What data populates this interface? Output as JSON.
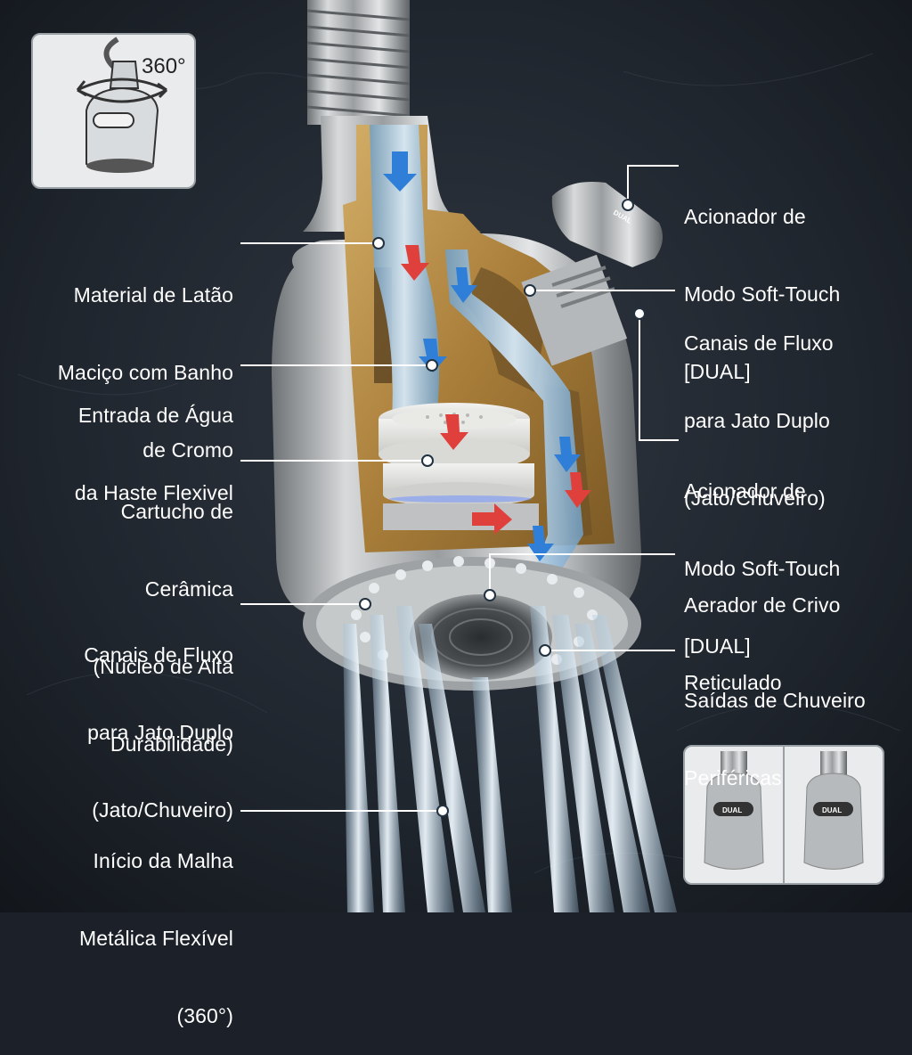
{
  "labels_left": [
    {
      "id": "material",
      "lines": [
        "Material de Latão",
        "Maciço com Banho",
        "de Cromo"
      ]
    },
    {
      "id": "entrada",
      "lines": [
        "Entrada de Água",
        "da Haste Flexivel"
      ]
    },
    {
      "id": "cartucho",
      "lines": [
        "Cartucho de",
        "Cerâmica",
        "(Núcleo de Alta",
        "Durabilidade)"
      ]
    },
    {
      "id": "canais-left",
      "lines": [
        "Canais de Fluxo",
        "para Jato Duplo",
        "(Jato/Chuveiro)"
      ]
    },
    {
      "id": "inicio",
      "lines": [
        "Início da Malha",
        "Metálica Flexível",
        "(360°)"
      ]
    }
  ],
  "labels_right": [
    {
      "id": "acionador-top",
      "lines": [
        "Acionador de",
        "Modo Soft-Touch",
        "[DUAL]"
      ]
    },
    {
      "id": "canais-right",
      "lines": [
        "Canais de Fluxo",
        "para Jato Duplo",
        "(Jato/Chuveiro)"
      ]
    },
    {
      "id": "acionador-mid",
      "lines": [
        "Acionador de",
        "Modo Soft-Touch",
        "[DUAL]"
      ]
    },
    {
      "id": "aerador",
      "lines": [
        "Aerador de Crivo",
        "Reticulado"
      ]
    },
    {
      "id": "saidas",
      "lines": [
        "Saídas de Chuveiro",
        "Periféricas"
      ]
    }
  ],
  "rotation_label": "360°",
  "button_text": "DUAL",
  "colors": {
    "background": "#1c2129",
    "chrome": "#b9bcbd",
    "brass": "#b48a45",
    "water": "#a9cbe6",
    "arrow_blue": "#2f7fd8",
    "arrow_red": "#e0403c",
    "label": "#ffffff"
  }
}
